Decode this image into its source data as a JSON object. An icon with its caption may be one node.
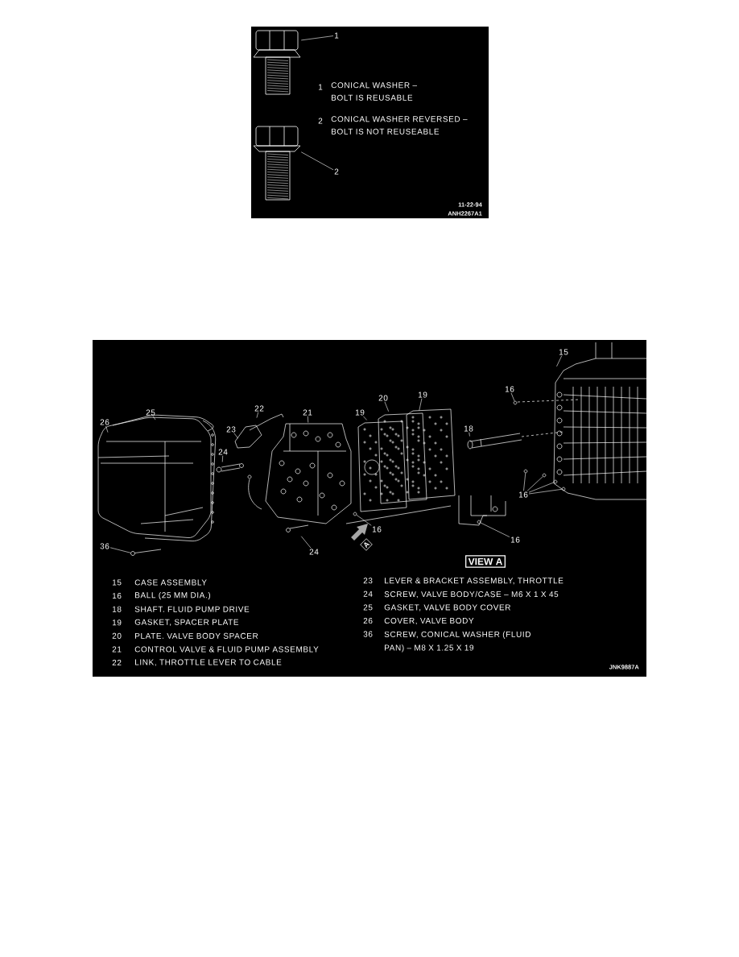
{
  "diagram": {
    "nodes": [
      {
        "text": [
          "1"
        ]
      },
      {
        "text": [
          "2"
        ]
      },
      {
        "text": [
          "15"
        ]
      },
      {
        "text": [
          "16"
        ]
      },
      {
        "text": [
          "19"
        ]
      },
      {
        "text": [
          "20"
        ]
      },
      {
        "text": [
          "22"
        ]
      },
      {
        "text": [
          "25"
        ]
      },
      {
        "text": [
          "21"
        ]
      },
      {
        "text": [
          "19"
        ]
      },
      {
        "text": [
          "26"
        ]
      },
      {
        "text": [
          "18"
        ]
      },
      {
        "text": [
          "23"
        ]
      },
      {
        "text": [
          "24"
        ]
      },
      {
        "text": [
          "16"
        ]
      },
      {
        "text": [
          "16"
        ]
      },
      {
        "text": [
          "16"
        ]
      },
      {
        "text": [
          "36"
        ]
      },
      {
        "text": [
          "24"
        ]
      },
      {
        "text": [],
        "shape": "picture"
      },
      {
        "text": [],
        "shape": "picture"
      },
      {
        "text": [],
        "shape": "circle"
      },
      {
        "text": [],
        "shape": "circle"
      },
      {
        "text": [],
        "shape": "circle"
      },
      {
        "text": [],
        "shape": "circle"
      },
      {
        "text": [],
        "shape": "circle"
      },
      {
        "text": [],
        "shape": "circle"
      },
      {
        "text": [],
        "shape": "circle"
      },
      {
        "text": [],
        "shape": "screw"
      }
    ],
    "edges": [
      {
        "from": 0,
        "to": 19,
        "arrow": "none"
      },
      {
        "from": 1,
        "to": 20,
        "arrow": "none"
      },
      {
        "from": 2,
        "to": null,
        "arrow": "none"
      },
      {
        "from": 3,
        "to": 21,
        "arrow": "none"
      },
      {
        "from": 4,
        "to": null,
        "arrow": "none"
      },
      {
        "from": 5,
        "to": null,
        "arrow": "none"
      },
      {
        "from": 6,
        "to": null,
        "arrow": "none"
      },
      {
        "from": 7,
        "to": null,
        "arrow": "none"
      },
      {
        "from": 8,
        "to": null,
        "arrow": "none"
      },
      {
        "from": 9,
        "to": null,
        "arrow": "none"
      },
      {
        "from": 10,
        "to": null,
        "arrow": "none"
      },
      {
        "from": 11,
        "to": null,
        "arrow": "none"
      },
      {
        "from": 12,
        "to": null,
        "arrow": "none"
      },
      {
        "from": 13,
        "to": null,
        "arrow": "none"
      },
      {
        "from": 14,
        "to": 22,
        "arrow": "none"
      },
      {
        "from": 14,
        "to": 23,
        "arrow": "none"
      },
      {
        "from": 14,
        "to": 24,
        "arrow": "none"
      },
      {
        "from": 14,
        "to": 25,
        "arrow": "none"
      },
      {
        "from": 15,
        "to": 26,
        "arrow": "none"
      },
      {
        "from": 16,
        "to": 27,
        "arrow": "none"
      },
      {
        "from": 17,
        "to": 28,
        "arrow": "none"
      },
      {
        "from": 18,
        "to": null,
        "arrow": "none"
      }
    ],
    "labels": [
      "1",
      "CONICAL WASHER – BOLT IS REUSABLE",
      "2",
      "CONICAL WASHER REVERSED – BOLT IS NOT REUSEABLE",
      "11-22-94",
      "ANH2267A1",
      "A",
      "VIEW A",
      "15",
      "CASE ASSEMBLY",
      "16",
      "BALL (25 MM DIA.)",
      "18",
      "SHAFT. FLUID PUMP DRIVE",
      "19",
      "GASKET, SPACER PLATE",
      "20",
      "PLATE. VALVE BODY SPACER",
      "21",
      "CONTROL VALVE & FLUID PUMP ASSEMBLY",
      "22",
      "LINK, THROTTLE LEVER TO CABLE",
      "23",
      "LEVER & BRACKET ASSEMBLY, THROTTLE",
      "24",
      "SCREW, VALVE BODY/CASE – M6 X 1 X 45",
      "25",
      "GASKET, VALVE BODY COVER",
      "26",
      "COVER, VALVE BODY",
      "36",
      "SCREW, CONICAL WASHER (FLUID PAN) – M8 X 1.25 X 19",
      "JNK9887A"
    ]
  }
}
